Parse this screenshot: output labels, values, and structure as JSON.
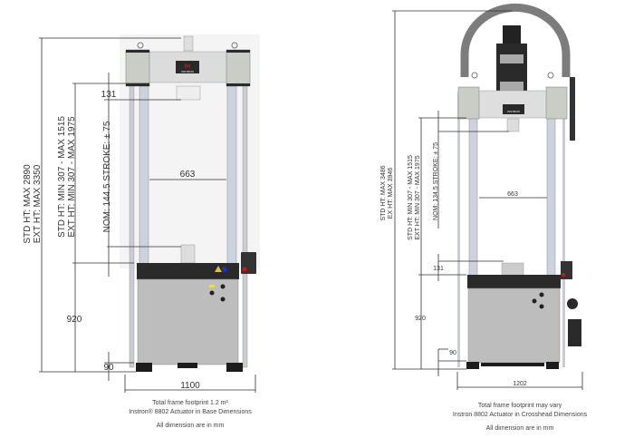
{
  "left": {
    "brand": "INSTRON",
    "overall_height": [
      "STD HT: MAX 2890",
      "EXT HT: MAX 3350"
    ],
    "daylight": [
      "STD HT: MIN 307 - MAX 1515",
      "EXT HT: MIN 307 - MAX 1975"
    ],
    "stroke": "NOM: 144.5 STROKE: ± 75",
    "top_offset": "131",
    "column_spacing": "663",
    "base_height": "920",
    "foot_height": "90",
    "width": "1100",
    "caption1": "Total frame footprint 1.2 m²",
    "caption2": "Instron® 8802 Actuator in Base Dimensions",
    "caption3": "All dimension are in mm"
  },
  "right": {
    "brand": "INSTRON",
    "overall_height": [
      "STD HT: MAX 3486",
      "EX HT: MAX 3946"
    ],
    "daylight": [
      "STD HT: MIN 307 - MAX 1515",
      "EXT HT: MIN 307 - MAX 1975"
    ],
    "stroke": "NOM: 134.5 STROKE: ± 75",
    "column_spacing": "663",
    "bottom_offset": "131",
    "base_height": "920",
    "foot_height": "90",
    "width": "1202",
    "caption1": "Total frame footprint may vary",
    "caption2": "Instron 8802 Actuator in Crosshead Dimensions",
    "caption3": "All dimension are in mm"
  },
  "colors": {
    "frame": "#d6d6d6",
    "base": "#b9b9b9",
    "dark": "#2a2a2a",
    "logo": "#c8202a"
  }
}
